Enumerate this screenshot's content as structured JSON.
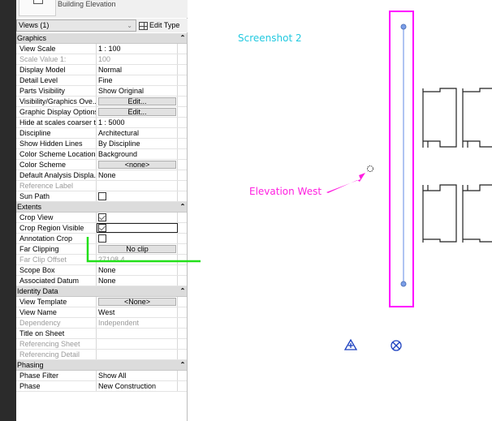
{
  "type_selector": {
    "name": "Building Elevation"
  },
  "views_select": {
    "value": "Views (1)",
    "edit_type_label": "Edit Type"
  },
  "sections": [
    {
      "title": "Graphics",
      "rows": [
        {
          "label": "View Scale",
          "value": "1 : 100",
          "kind": "text"
        },
        {
          "label": "Scale Value    1:",
          "value": "100",
          "kind": "text",
          "disabled": true
        },
        {
          "label": "Display Model",
          "value": "Normal",
          "kind": "text"
        },
        {
          "label": "Detail Level",
          "value": "Fine",
          "kind": "text"
        },
        {
          "label": "Parts Visibility",
          "value": "Show Original",
          "kind": "text"
        },
        {
          "label": "Visibility/Graphics Ove...",
          "value": "Edit...",
          "kind": "button"
        },
        {
          "label": "Graphic Display Options",
          "value": "Edit...",
          "kind": "button"
        },
        {
          "label": "Hide at scales coarser t...",
          "value": "1 : 5000",
          "kind": "text"
        },
        {
          "label": "Discipline",
          "value": "Architectural",
          "kind": "text"
        },
        {
          "label": "Show Hidden Lines",
          "value": "By Discipline",
          "kind": "text"
        },
        {
          "label": "Color Scheme Location",
          "value": "Background",
          "kind": "text"
        },
        {
          "label": "Color Scheme",
          "value": "<none>",
          "kind": "button"
        },
        {
          "label": "Default Analysis Displa...",
          "value": "None",
          "kind": "text"
        },
        {
          "label": "Reference Label",
          "value": "",
          "kind": "text",
          "disabled": true
        },
        {
          "label": "Sun Path",
          "checked": false,
          "kind": "checkbox"
        }
      ]
    },
    {
      "title": "Extents",
      "rows": [
        {
          "label": "Crop View",
          "checked": true,
          "kind": "checkbox"
        },
        {
          "label": "Crop Region Visible",
          "checked": true,
          "kind": "checkbox",
          "focused": true
        },
        {
          "label": "Annotation Crop",
          "checked": false,
          "kind": "checkbox"
        },
        {
          "label": "Far Clipping",
          "value": "No clip",
          "kind": "button"
        },
        {
          "label": "Far Clip Offset",
          "value": "27108.4",
          "kind": "text",
          "disabled": true
        },
        {
          "label": "Scope Box",
          "value": "None",
          "kind": "text"
        },
        {
          "label": "Associated Datum",
          "value": "None",
          "kind": "text"
        }
      ]
    },
    {
      "title": "Identity Data",
      "rows": [
        {
          "label": "View Template",
          "value": "<None>",
          "kind": "button"
        },
        {
          "label": "View Name",
          "value": "West",
          "kind": "text"
        },
        {
          "label": "Dependency",
          "value": "Independent",
          "kind": "text",
          "disabled": true
        },
        {
          "label": "Title on Sheet",
          "value": "",
          "kind": "text"
        },
        {
          "label": "Referencing Sheet",
          "value": "",
          "kind": "text",
          "disabled": true
        },
        {
          "label": "Referencing Detail",
          "value": "",
          "kind": "text",
          "disabled": true
        }
      ]
    },
    {
      "title": "Phasing",
      "rows": [
        {
          "label": "Phase Filter",
          "value": "Show All",
          "kind": "text"
        },
        {
          "label": "Phase",
          "value": "New Construction",
          "kind": "text"
        }
      ]
    }
  ],
  "canvas": {
    "screenshot_label": "Screenshot 2",
    "elevation_label": "Elevation West",
    "colors": {
      "crop_highlight": "#ff00ff",
      "annotation_text": "#ff1fe0",
      "screenshot_text": "#22c9e0",
      "green_mark": "#22e01a",
      "elevation_line": "#7b9ee8"
    }
  }
}
